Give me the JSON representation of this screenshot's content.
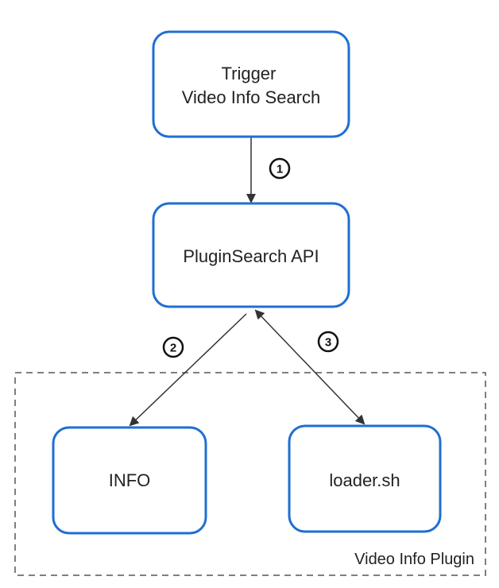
{
  "diagram": {
    "colors": {
      "node_border": "#1f6fd1",
      "edge": "#333333",
      "group_border": "#555555"
    },
    "nodes": {
      "trigger": {
        "lines": [
          "Trigger",
          "Video Info Search"
        ]
      },
      "api": {
        "label": "PluginSearch API"
      },
      "info": {
        "label": "INFO"
      },
      "loader": {
        "label": "loader.sh"
      }
    },
    "group": {
      "label": "Video Info Plugin"
    },
    "steps": {
      "one": "1",
      "two": "2",
      "three": "3"
    }
  }
}
